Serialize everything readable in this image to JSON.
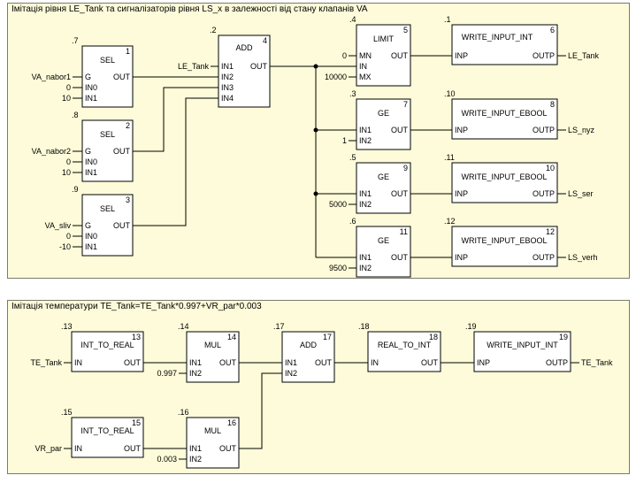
{
  "panels": {
    "level_title": "Імітація рівня LE_Tank та сигналізаторів рівня LS_x в залежності від стану клапанів VA",
    "temp_title": "Імітація температури TE_Tank=TE_Tank*0.997+VR_par*0.003"
  },
  "blocks": {
    "b1": {
      "order": ".7",
      "num": "1",
      "title": "SEL",
      "in1": "G",
      "in2": "IN0",
      "in3": "IN1",
      "out": "OUT"
    },
    "b2": {
      "order": ".8",
      "num": "2",
      "title": "SEL",
      "in1": "G",
      "in2": "IN0",
      "in3": "IN1",
      "out": "OUT"
    },
    "b3": {
      "order": ".9",
      "num": "3",
      "title": "SEL",
      "in1": "G",
      "in2": "IN0",
      "in3": "IN1",
      "out": "OUT"
    },
    "b4": {
      "order": ".2",
      "num": "4",
      "title": "ADD",
      "in1": "IN1",
      "in2": "IN2",
      "in3": "IN3",
      "in4": "IN4",
      "out": "OUT"
    },
    "b5": {
      "order": ".4",
      "num": "5",
      "title": "LIMIT",
      "in1": "MN",
      "in2": "IN",
      "in3": "MX",
      "out": "OUT"
    },
    "b6": {
      "order": ".1",
      "num": "6",
      "title": "WRITE_INPUT_INT",
      "in1": "INP",
      "out": "OUTP"
    },
    "b7": {
      "order": ".3",
      "num": "7",
      "title": "GE",
      "in1": "IN1",
      "in2": "IN2",
      "out": "OUT"
    },
    "b8": {
      "order": ".10",
      "num": "8",
      "title": "WRITE_INPUT_EBOOL",
      "in1": "INP",
      "out": "OUTP"
    },
    "b9": {
      "order": ".5",
      "num": "9",
      "title": "GE",
      "in1": "IN1",
      "in2": "IN2",
      "out": "OUT"
    },
    "b10": {
      "order": ".11",
      "num": "10",
      "title": "WRITE_INPUT_EBOOL",
      "in1": "INP",
      "out": "OUTP"
    },
    "b11": {
      "order": ".6",
      "num": "11",
      "title": "GE",
      "in1": "IN1",
      "in2": "IN2",
      "out": "OUT"
    },
    "b12": {
      "order": ".12",
      "num": "12",
      "title": "WRITE_INPUT_EBOOL",
      "in1": "INP",
      "out": "OUTP"
    },
    "b13": {
      "order": ".13",
      "num": "13",
      "title": "INT_TO_REAL",
      "in1": "IN",
      "out": "OUT"
    },
    "b14": {
      "order": ".14",
      "num": "14",
      "title": "MUL",
      "in1": "IN1",
      "in2": "IN2",
      "out": "OUT"
    },
    "b15": {
      "order": ".15",
      "num": "15",
      "title": "INT_TO_REAL",
      "in1": "IN",
      "out": "OUT"
    },
    "b16": {
      "order": ".16",
      "num": "16",
      "title": "MUL",
      "in1": "IN1",
      "in2": "IN2",
      "out": "OUT"
    },
    "b17": {
      "order": ".17",
      "num": "17",
      "title": "ADD",
      "in1": "IN1",
      "in2": "IN2",
      "out": "OUT"
    },
    "b18": {
      "order": ".18",
      "num": "18",
      "title": "REAL_TO_INT",
      "in1": "IN",
      "out": "OUT"
    },
    "b19": {
      "order": ".19",
      "num": "19",
      "title": "WRITE_INPUT_INT",
      "in1": "INP",
      "out": "OUTP"
    }
  },
  "signals": {
    "va_nabor1": "VA_nabor1",
    "va_nabor2": "VA_nabor2",
    "va_sliv": "VA_sliv",
    "sel1_in0": "0",
    "sel1_in1": "10",
    "sel2_in0": "0",
    "sel2_in1": "10",
    "sel3_in0": "0",
    "sel3_in1": "-10",
    "le_tank_in": "LE_Tank",
    "limit_mn": "0",
    "limit_mx": "10000",
    "ge1_in2": "1",
    "ge2_in2": "5000",
    "ge3_in2": "9500",
    "le_tank_out": "LE_Tank",
    "ls_nyz": "LS_nyz",
    "ls_ser": "LS_ser",
    "ls_verh": "LS_verh",
    "te_tank_in": "TE_Tank",
    "mul1_in2": "0.997",
    "vr_par": "VR_par",
    "mul2_in2": "0.003",
    "te_tank_out": "TE_Tank"
  }
}
